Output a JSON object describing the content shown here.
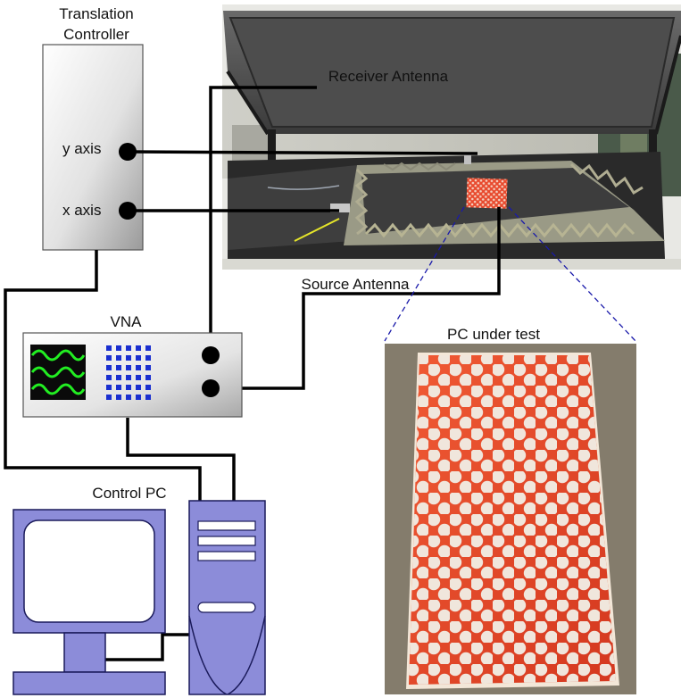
{
  "labels": {
    "translation_controller_line1": "Translation",
    "translation_controller_line2": "Controller",
    "y_axis": "y axis",
    "x_axis": "x axis",
    "receiver_antenna": "Receiver Antenna",
    "source_antenna": "Source Antenna",
    "vna": "VNA",
    "control_pc": "Control PC",
    "pc_under_test": "PC under test"
  },
  "colors": {
    "computer_fill": "#8c8cd9",
    "computer_stroke": "#1a1a5a",
    "vna_trace": "#22ee22",
    "vna_grid": "#1a2fd0",
    "crystal_red": "#e84a2e",
    "hole_color": "#f0e6dc",
    "cable": "#000000",
    "zoom_dash": "#1a1aaa"
  },
  "icons": [
    "oscilloscope-display-icon",
    "keypad-grid-icon",
    "monitor-icon",
    "tower-pc-icon",
    "anechoic-chamber-photo",
    "photonic-crystal-photo"
  ]
}
